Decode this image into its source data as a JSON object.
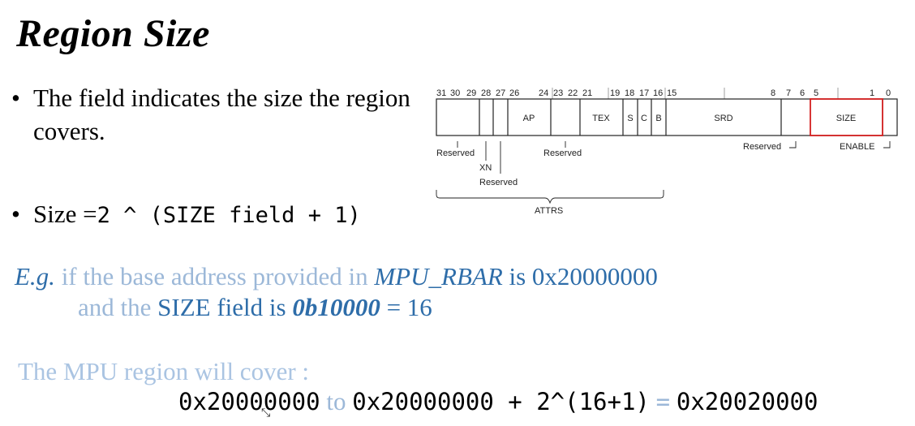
{
  "title": "Region Size",
  "bullets": [
    {
      "text": "The field indicates the size the region covers."
    },
    {
      "prefix": "Size =",
      "formula": "2 ^ (SIZE field + 1)"
    }
  ],
  "register": {
    "bit_numbers": [
      "31",
      "30",
      "29",
      "28",
      "27",
      "26",
      "24",
      "23",
      "22",
      "21",
      "19",
      "18",
      "17",
      "16",
      "15",
      "8",
      "7",
      "6",
      "5",
      "1",
      "0"
    ],
    "fields": [
      "AP",
      "TEX",
      "S",
      "C",
      "B",
      "SRD",
      "SIZE"
    ],
    "labels": {
      "reserved_1": "Reserved",
      "xn": "XN",
      "reserved_2": "Reserved",
      "reserved_3": "Reserved",
      "reserved_4": "Reserved",
      "enable": "ENABLE",
      "attrs": "ATTRS"
    },
    "highlight_color": "#d42020"
  },
  "example": {
    "eg": "E.g.",
    "part1": " if the base address provided in ",
    "rbar": "MPU_RBAR",
    "part2": " is 0x20000000",
    "line2_a": "and the ",
    "line2_b": "SIZE field is ",
    "bin": "0b10000",
    "line2_c": " = 16"
  },
  "cover_text": "The MPU region will cover :",
  "calc": {
    "start": "0x20000000",
    "to": "to",
    "expr": "0x20000000 + 2^(16+1)",
    "eq": "=",
    "result": "0x20020000"
  },
  "colors": {
    "dark_blue": "#2e6da9",
    "light_blue": "#9cb8d8"
  }
}
